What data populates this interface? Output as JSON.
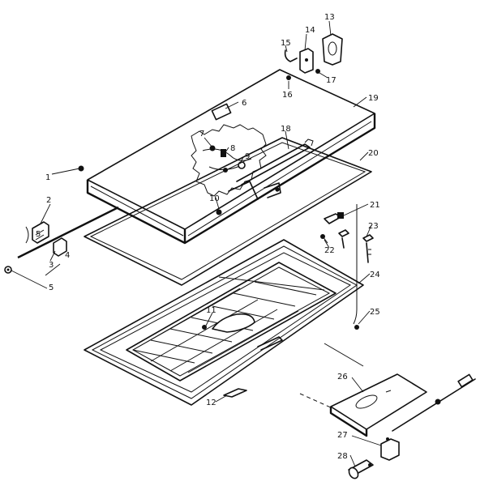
{
  "diagram": {
    "part_labels": [
      {
        "id": "p1",
        "text": "1"
      },
      {
        "id": "p2",
        "text": "2"
      },
      {
        "id": "p3",
        "text": "3"
      },
      {
        "id": "p4",
        "text": "4"
      },
      {
        "id": "p5",
        "text": "5"
      },
      {
        "id": "p5b",
        "text": "5"
      },
      {
        "id": "p6",
        "text": "6"
      },
      {
        "id": "p7",
        "text": "7"
      },
      {
        "id": "p8",
        "text": "8"
      },
      {
        "id": "p9",
        "text": "9"
      },
      {
        "id": "p10",
        "text": "10"
      },
      {
        "id": "p11",
        "text": "11"
      },
      {
        "id": "p12",
        "text": "12"
      },
      {
        "id": "p13",
        "text": "13"
      },
      {
        "id": "p14",
        "text": "14"
      },
      {
        "id": "p15",
        "text": "15"
      },
      {
        "id": "p16",
        "text": "16"
      },
      {
        "id": "p17",
        "text": "17"
      },
      {
        "id": "p18",
        "text": "18"
      },
      {
        "id": "p19",
        "text": "19"
      },
      {
        "id": "p20",
        "text": "20"
      },
      {
        "id": "p21",
        "text": "21"
      },
      {
        "id": "p22",
        "text": "22"
      },
      {
        "id": "p23",
        "text": "23"
      },
      {
        "id": "p24",
        "text": "24"
      },
      {
        "id": "p25",
        "text": "25"
      },
      {
        "id": "p26",
        "text": "26"
      },
      {
        "id": "p27",
        "text": "27"
      },
      {
        "id": "p28",
        "text": "28"
      }
    ]
  }
}
